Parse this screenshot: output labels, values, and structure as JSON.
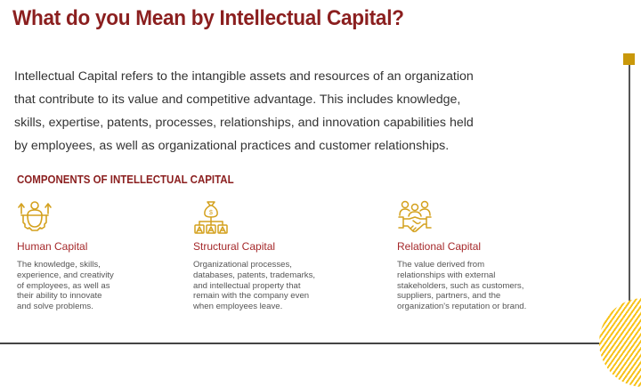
{
  "page": {
    "title": "What do you Mean by Intellectual Capital?",
    "intro_lines": [
      "Intellectual Capital refers to the intangible assets and resources of an organization",
      "that contribute to its value and competitive advantage. This includes knowledge,",
      "skills, expertise, patents, processes, relationships, and innovation capabilities held",
      "by employees, as well as organizational practices and customer relationships."
    ],
    "section_heading": "COMPONENTS OF INTELLECTUAL CAPITAL",
    "components": [
      {
        "icon": "human-capital-icon",
        "name": "Human Capital",
        "desc_lines": [
          "The knowledge, skills,",
          "experience, and creativity",
          "of employees, as well as",
          "their ability to innovate",
          "and solve problems."
        ]
      },
      {
        "icon": "structural-capital-icon",
        "name": "Structural Capital",
        "desc_lines": [
          "Organizational processes,",
          "databases, patents, trademarks,",
          "and intellectual property that",
          "remain with the company even",
          "when employees leave."
        ]
      },
      {
        "icon": "relational-capital-icon",
        "name": "Relational Capital",
        "desc_lines": [
          "The value derived from",
          "relationships with external",
          "stakeholders, such as customers,",
          "suppliers, partners, and the",
          "organization's reputation or brand."
        ]
      }
    ]
  },
  "colors": {
    "title": "#8b1f1f",
    "accent_gold": "#c9980a",
    "icon_gold": "#d4a11e",
    "hatch_yellow": "#f7c21a",
    "line_gray": "#444444"
  }
}
